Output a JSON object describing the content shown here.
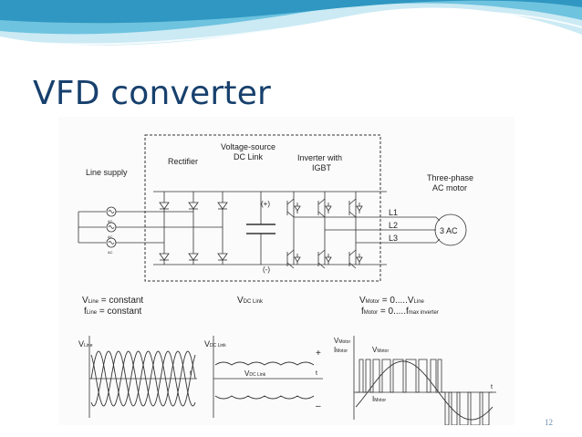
{
  "slide": {
    "title": "VFD converter",
    "page_number": "12",
    "colors": {
      "title": "#17406d",
      "banner_dark": "#3aa3c9",
      "banner_light": "#bfe6f2"
    }
  },
  "diagram": {
    "box_labels": {
      "rectifier": "Rectifier",
      "dc_link_line1": "Voltage-source",
      "dc_link_line2": "DC Link",
      "inverter_line1": "Inverter with",
      "inverter_line2": "IGBT"
    },
    "line_supply": "Line supply",
    "supply_phases": [
      "AC",
      "AC",
      "AC"
    ],
    "plus": "(+)",
    "minus": "(-)",
    "outputs": [
      "L1",
      "L2",
      "L3"
    ],
    "motor_label_line1": "Three-phase",
    "motor_label_line2": "AC motor",
    "motor": "3 AC",
    "eq_line": {
      "v_sym": "V",
      "v_sub": "Line",
      "v_rest": " = constant",
      "f_sym": "f",
      "f_sub": "Line",
      "f_rest": " = constant"
    },
    "eq_dc": {
      "sym": "V",
      "sub": "DC Link"
    },
    "eq_motor": {
      "v_sym": "V",
      "v_sub": "Motor",
      "v_mid": " = 0.....V",
      "v_sub2": "Line",
      "f_sym": "f",
      "f_sub": "Motor",
      "f_mid": " = 0.....f",
      "f_sub2": "max inverter"
    },
    "waveforms": {
      "w1_axis": "V",
      "w1_sub": "Line",
      "w1_t": "t",
      "w2_axis": "V",
      "w2_sub": "DC Link",
      "w2_curve": "V",
      "w2_curve_sub": "DC Link",
      "w2_plus": "+",
      "w2_minus": "–",
      "w2_t": "t",
      "w3_v": "V",
      "w3_v_sub": "Motor",
      "w3_i": "I",
      "w3_i_sub": "Motor",
      "w3_vlabel": "V",
      "w3_vlabel_sub": "Motor",
      "w3_ilabel": "I",
      "w3_ilabel_sub": "Motor",
      "w3_t": "t"
    }
  }
}
